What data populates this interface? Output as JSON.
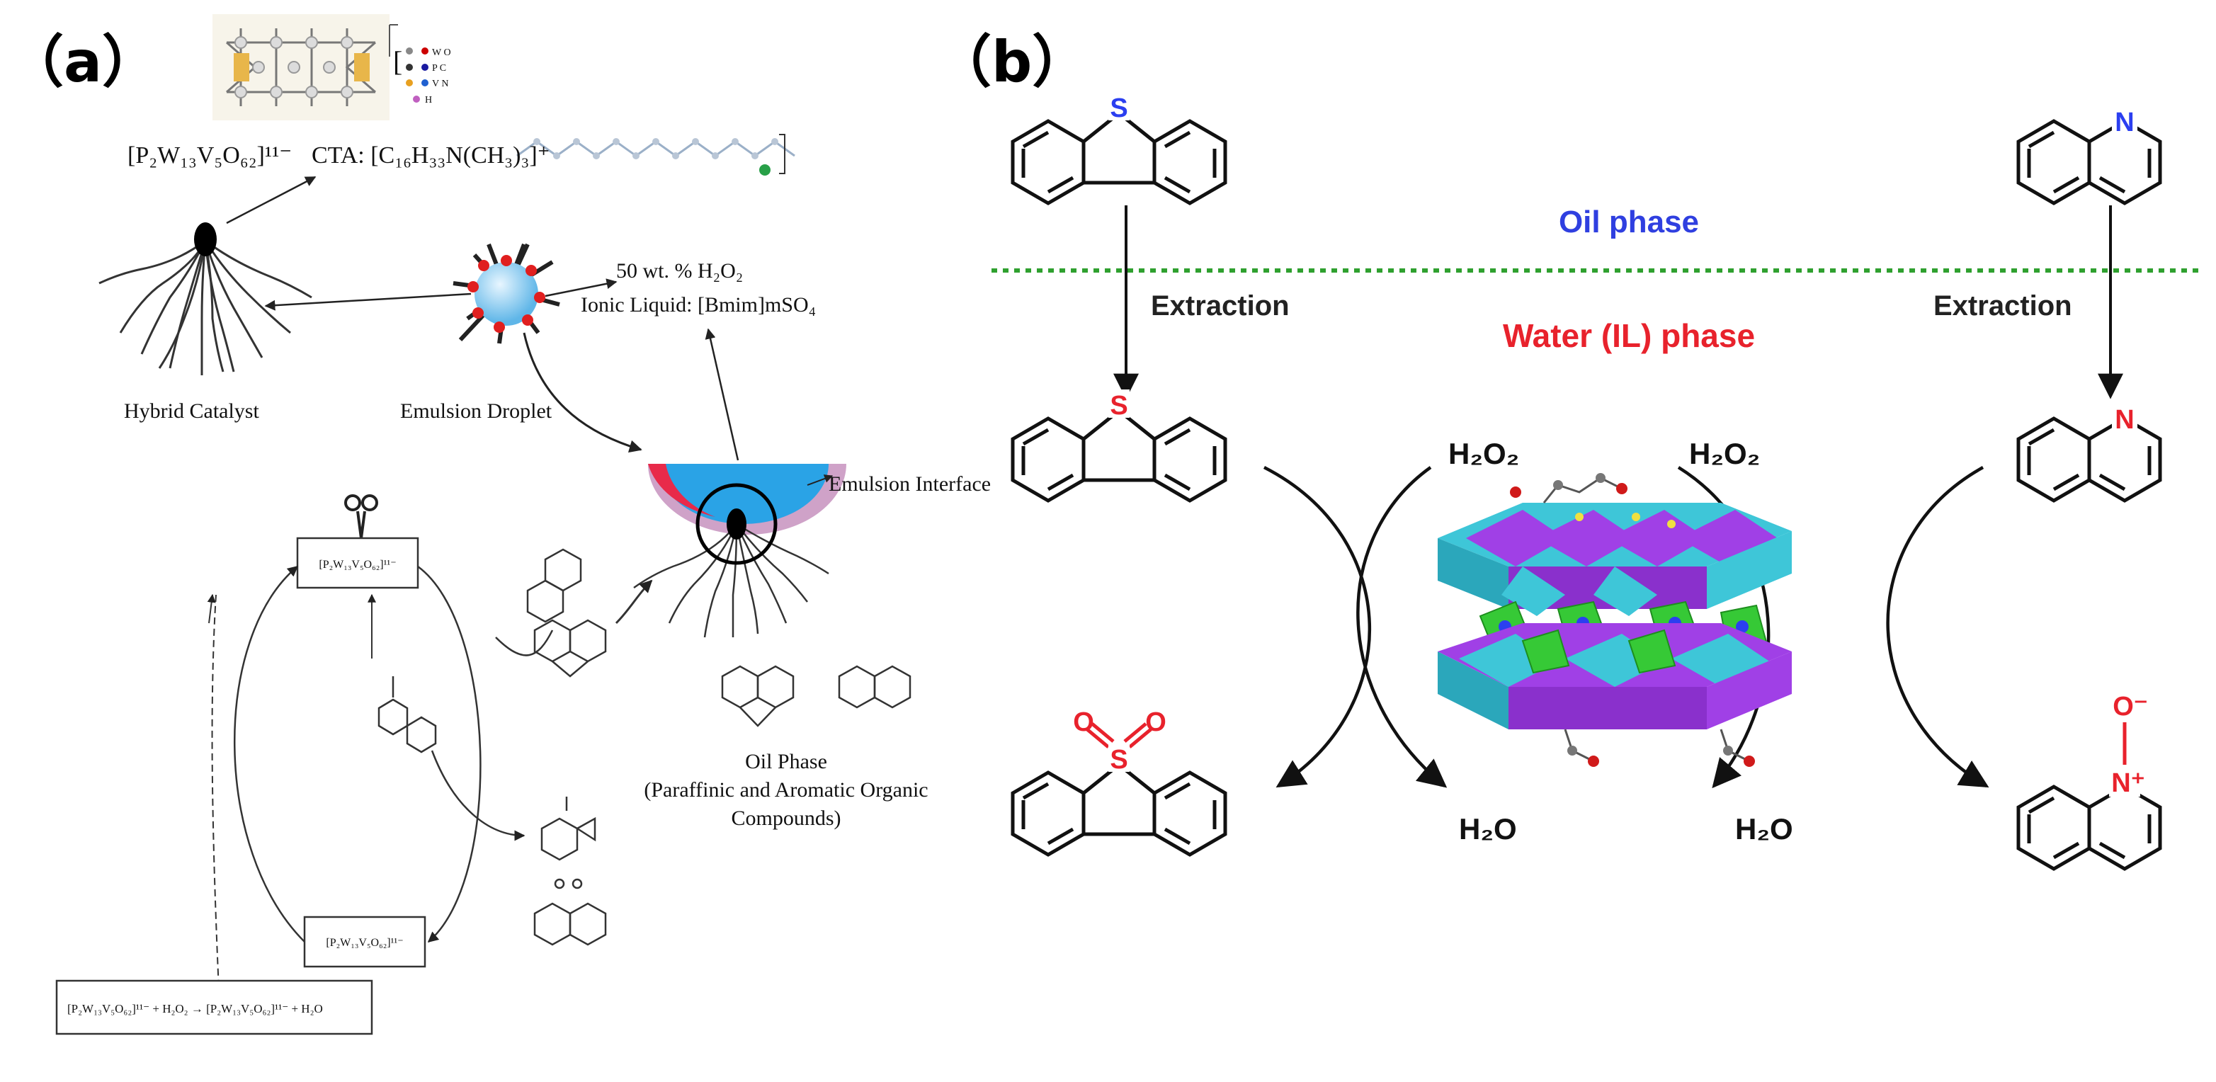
{
  "panel_a": {
    "label": "（a）",
    "pom_formula": "[P₂W₁₃V₅O₆₂]¹¹⁻",
    "cta_formula": "CTA: [C₁₆H₃₃N(CH₃)₃]⁺",
    "legend_elements": [
      "W",
      "O",
      "P",
      "C",
      "V",
      "N",
      "H"
    ],
    "h2o2_label": "50 wt. % H₂O₂",
    "ionic_liquid_label": "Ionic Liquid: [Bmim]mSO₄",
    "hybrid_catalyst_label": "Hybrid Catalyst",
    "emulsion_droplet_label": "Emulsion Droplet",
    "emulsion_interface_label": "Emulsion Interface",
    "cycle_top_box": "[P₂W₁₃V₅O₆₂]¹¹⁻",
    "cycle_bottom_box": "[P₂W₁₃V₅O₆₂]¹¹⁻",
    "equation_box": "[P₂W₁₃V₅O₆₂]¹¹⁻ + H₂O₂ → [P₂W₁₃V₅O₆₂]¹¹⁻ + H₂O",
    "oil_phase_label": "Oil Phase",
    "oil_phase_sub1": "(Paraffinic and Aromatic Organic",
    "oil_phase_sub2": "Compounds)"
  },
  "panel_b": {
    "label": "（b）",
    "oil_phase": "Oil phase",
    "water_phase": "Water (IL) phase",
    "extraction_left": "Extraction",
    "extraction_right": "Extraction",
    "h2o2_left": "H₂O₂",
    "h2o2_right": "H₂O₂",
    "h2o_left": "H₂O",
    "h2o_right": "H₂O",
    "atom_s1": "S",
    "atom_s2": "S",
    "atom_s3": "S",
    "atom_o1": "O",
    "atom_o2": "O",
    "atom_n1": "N",
    "atom_n2": "N",
    "atom_n3": "N⁺",
    "atom_o3": "O⁻"
  },
  "colors": {
    "oil_blue": "#2f3fe0",
    "water_red": "#e8222c",
    "dashed_green": "#2fa02f",
    "atom_blue": "#2b3ff0",
    "atom_red": "#e8222c",
    "polyhedra_purple": "#a040e6",
    "polyhedra_cyan": "#3ec6d8",
    "polyhedra_green": "#36c936"
  }
}
